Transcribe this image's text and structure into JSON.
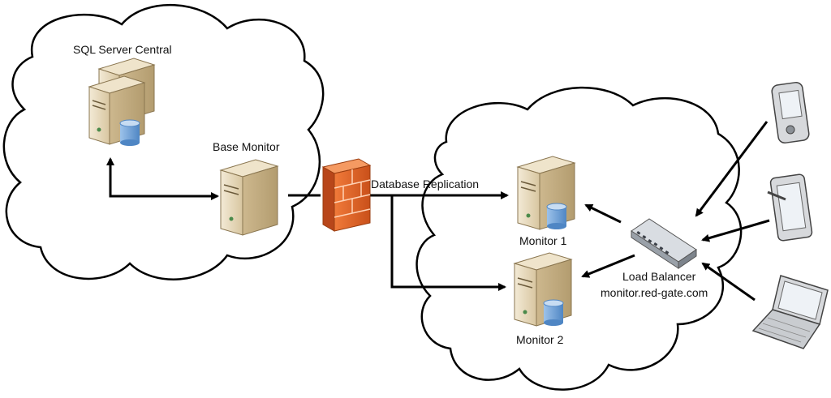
{
  "labels": {
    "sql_server_central": "SQL Server Central",
    "base_monitor": "Base Monitor",
    "database_replication": "Database Replication",
    "monitor1": "Monitor 1",
    "monitor2": "Monitor 2",
    "load_balancer": "Load Balancer",
    "load_balancer_host": "monitor.red-gate.com"
  },
  "icons": {
    "sql_server": "server-stack-database-icon",
    "base_monitor": "server-icon",
    "firewall": "firewall-icon",
    "monitor1": "database-server-icon",
    "monitor2": "database-server-icon",
    "load_balancer": "network-switch-icon",
    "clients": [
      "pda-icon",
      "tablet-icon",
      "laptop-icon"
    ]
  },
  "colors": {
    "firewall": "#e8692a",
    "server_body": "#e9dcc1",
    "database": "#7fa9d6",
    "line": "#000000"
  }
}
